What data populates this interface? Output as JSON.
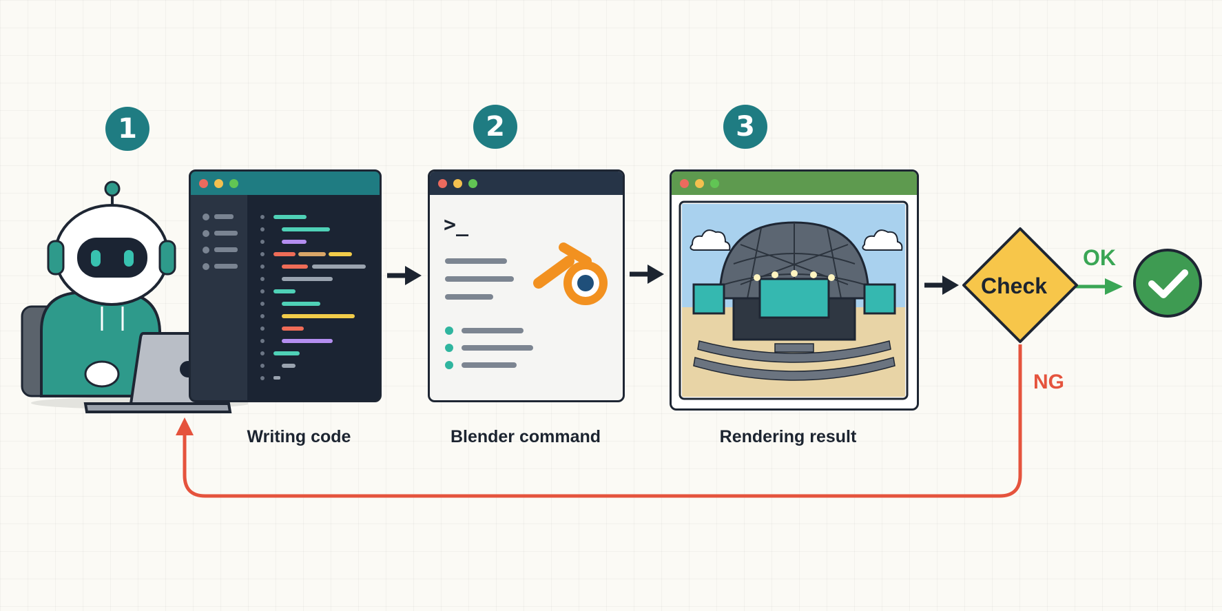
{
  "steps": [
    {
      "number": "1",
      "caption": "Writing code"
    },
    {
      "number": "2",
      "caption": "Blender command"
    },
    {
      "number": "3",
      "caption": "Rendering result"
    }
  ],
  "terminal": {
    "prompt": ">_"
  },
  "decision": {
    "label": "Check",
    "ok": "OK",
    "ng": "NG"
  },
  "colors": {
    "teal": "#1f7c82",
    "code_bg": "#1b2433",
    "terminal_bar": "#263447",
    "render_bar": "#5e9a4f",
    "decision_fill": "#f7c64a",
    "ok_green": "#3aa655",
    "ng_red": "#e5533d",
    "blender_orange": "#f29120",
    "blender_blue": "#1f4f7a"
  },
  "icons": [
    "robot-icon",
    "laptop-icon",
    "blender-logo-icon",
    "check-circle-icon"
  ]
}
